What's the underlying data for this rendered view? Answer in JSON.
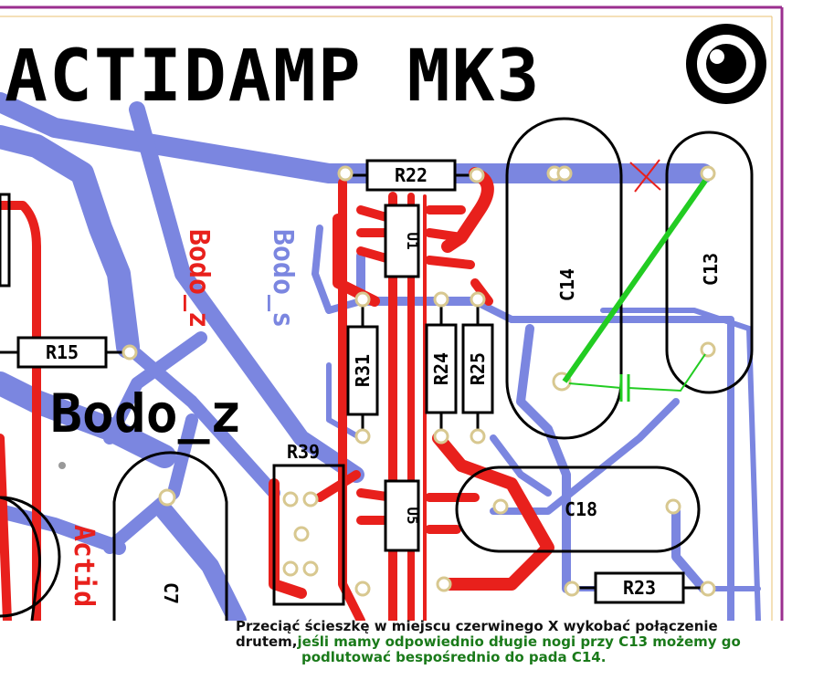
{
  "board": {
    "title": "ACTIDAMP MK3",
    "signature": "Bodo_z",
    "silk_vertical_red": "Bodo_z",
    "silk_vertical_blue": "Bodo_s",
    "silk_actid": "Actid",
    "components": {
      "r22": "R22",
      "r15": "R15",
      "r31": "R31",
      "r24": "R24",
      "r25": "R25",
      "r39": "R39",
      "r23": "R23",
      "c14": "C14",
      "c13": "C13",
      "c18": "C18",
      "c7": "C7",
      "u1": "U1",
      "u5": "U5"
    },
    "colors": {
      "trace_bottom": "#7b86e0",
      "trace_top": "#e8201c",
      "silkscreen": "#000000",
      "cut_mark": "#e8201c",
      "wire": "#22cc22",
      "board_edge": "#9b2f8f"
    },
    "annotations": {
      "cut_mark_symbol": "X",
      "wire_color": "green"
    }
  },
  "caption": {
    "line1": "Przeciąć ścieszkę w miejscu czerwinego X wykobać połączenie",
    "line2_prefix": "drutem,",
    "line2_rest": "jeśli mamy odpowiednio długie nogi przy C13 możemy go",
    "line3": "podlutować bespośrednio do pada C14."
  }
}
